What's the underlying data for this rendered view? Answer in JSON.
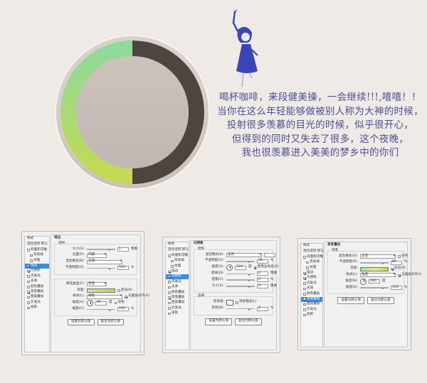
{
  "illustration": {
    "ring_colors": {
      "track": "#4e4440",
      "gradient_start": "#8fd99a",
      "gradient_end": "#c3da52",
      "outer_disc": "#d6cdc7",
      "inner_disc": "#c8beb9"
    }
  },
  "poem": {
    "lines": [
      "喝杯咖啡，来段健美操，一会继续!!!,嘻嘻！！",
      "当你在这么年轻能够做被别人称为大神的时候，",
      "投射很多羡慕的目光的时候，似乎很开心，",
      "但得到的同时又失去了很多，这个夜晚，",
      "我也很羡慕进入美美的梦乡中的你们"
    ]
  },
  "dialogs": [
    {
      "sidebar": {
        "title": "样式",
        "items": [
          {
            "label": "混合选项:默认",
            "check": null
          },
          {
            "label": "斜面和浮雕",
            "check": false
          },
          {
            "label": "等高线",
            "check": false,
            "sub": true
          },
          {
            "label": "纹理",
            "check": false,
            "sub": true
          },
          {
            "label": "描边",
            "check": true,
            "selected": true
          },
          {
            "label": "内阴影",
            "check": true
          },
          {
            "label": "内发光",
            "check": false
          },
          {
            "label": "光泽",
            "check": false
          },
          {
            "label": "颜色叠加",
            "check": false
          },
          {
            "label": "渐变叠加",
            "check": true
          },
          {
            "label": "图案叠加",
            "check": false
          },
          {
            "label": "外发光",
            "check": false
          },
          {
            "label": "投影",
            "check": false
          }
        ]
      },
      "panel_title": "描边",
      "groups": [
        {
          "title": "结构",
          "rows": [
            {
              "label": "大小(S):",
              "control": "slider",
              "value": "1",
              "unit": "像素"
            },
            {
              "label": "位置(P):",
              "control": "select",
              "value": "内部"
            },
            {
              "label": "混合模式(B):",
              "control": "select-wide",
              "value": "正常"
            },
            {
              "label": "不透明度(O):",
              "control": "slider",
              "value": "100",
              "unit": "%"
            }
          ]
        },
        {
          "title": "",
          "rows": [
            {
              "label": "填充类型(F):",
              "control": "select",
              "value": "渐变"
            },
            {
              "label": "渐变:",
              "control": "gradient",
              "checkbox": {
                "label": "反向(R)",
                "checked": false
              }
            },
            {
              "label": "样式(L):",
              "control": "select-wide",
              "value": "线性",
              "checkbox": {
                "label": "与图层对齐(G)",
                "checked": true
              }
            },
            {
              "label": "角度(A):",
              "control": "angle",
              "value": "90",
              "unit": "度",
              "checkbox": {
                "label": "仿色",
                "checked": false
              }
            },
            {
              "label": "缩放(C):",
              "control": "slider",
              "value": "100",
              "unit": "%"
            }
          ]
        }
      ],
      "buttons": [
        "设置为默认值",
        "复位为默认值"
      ]
    },
    {
      "sidebar": {
        "title": "样式",
        "items": [
          {
            "label": "混合选项:默认",
            "check": null
          },
          {
            "label": "斜面和浮雕",
            "check": false
          },
          {
            "label": "等高线",
            "check": false,
            "sub": true
          },
          {
            "label": "纹理",
            "check": false,
            "sub": true
          },
          {
            "label": "描边",
            "check": true
          },
          {
            "label": "内阴影",
            "check": true,
            "selected": true
          },
          {
            "label": "内发光",
            "check": false
          },
          {
            "label": "光泽",
            "check": false
          },
          {
            "label": "颜色叠加",
            "check": false
          },
          {
            "label": "渐变叠加",
            "check": true
          },
          {
            "label": "图案叠加",
            "check": false
          },
          {
            "label": "外发光",
            "check": false
          },
          {
            "label": "投影",
            "check": false
          }
        ]
      },
      "panel_title": "内阴影",
      "groups": [
        {
          "title": "结构",
          "rows": [
            {
              "label": "混合模式(B):",
              "control": "select-wide",
              "value": "滤色",
              "swatch": "#ffffff"
            },
            {
              "label": "不透明度(O):",
              "control": "slider",
              "value": "30",
              "unit": "%"
            },
            {
              "label": "角度(A):",
              "control": "angle",
              "value": "120",
              "unit": "度",
              "checkbox": {
                "label": "使用全局光(G)",
                "checked": true
              }
            },
            {
              "label": "距离(D):",
              "control": "slider",
              "value": "0",
              "unit": "像素"
            },
            {
              "label": "阻塞(C):",
              "control": "slider",
              "value": "0",
              "unit": "%"
            },
            {
              "label": "大小(S):",
              "control": "slider",
              "value": "0",
              "unit": "像素"
            }
          ]
        },
        {
          "title": "品质",
          "rows": [
            {
              "label": "等高线:",
              "control": "contour",
              "checkbox": {
                "label": "消除锯齿(L)",
                "checked": false
              }
            },
            {
              "label": "杂色(N):",
              "control": "slider",
              "value": "0",
              "unit": "%"
            }
          ]
        }
      ],
      "buttons": [
        "设置为默认值",
        "复位为默认值"
      ]
    },
    {
      "sidebar": {
        "title": "样式",
        "items": [
          {
            "label": "混合选项:默认",
            "check": null
          },
          {
            "label": "斜面和浮雕",
            "check": false
          },
          {
            "label": "等高线",
            "check": false,
            "sub": true
          },
          {
            "label": "纹理",
            "check": false,
            "sub": true
          },
          {
            "label": "描边",
            "check": true
          },
          {
            "label": "内阴影",
            "check": true
          },
          {
            "label": "内发光",
            "check": false
          },
          {
            "label": "光泽",
            "check": false
          },
          {
            "label": "颜色叠加",
            "check": false
          },
          {
            "label": "渐变叠加",
            "check": true,
            "selected": true
          },
          {
            "label": "图案叠加",
            "check": false
          },
          {
            "label": "外发光",
            "check": false
          },
          {
            "label": "投影",
            "check": false
          }
        ]
      },
      "panel_title": "渐变叠加",
      "groups": [
        {
          "title": "渐变",
          "rows": [
            {
              "label": "混合模式(O):",
              "control": "select-wide",
              "value": "正常",
              "checkbox": {
                "label": "仿色",
                "checked": false
              }
            },
            {
              "label": "不透明度(P):",
              "control": "slider",
              "value": "80",
              "unit": "%"
            },
            {
              "label": "渐变:",
              "control": "gradient-b",
              "checkbox": {
                "label": "反向(R)",
                "checked": true
              }
            },
            {
              "label": "样式(L):",
              "control": "select-wide",
              "value": "角度",
              "checkbox": {
                "label": "与图层对齐(I)",
                "checked": true
              }
            },
            {
              "label": "角度(N):",
              "control": "angle",
              "value": "180",
              "unit": "度"
            },
            {
              "label": "缩放(S):",
              "control": "slider",
              "value": "100",
              "unit": "%"
            }
          ]
        }
      ],
      "buttons": [
        "设置为默认值",
        "复位为默认值"
      ]
    }
  ]
}
